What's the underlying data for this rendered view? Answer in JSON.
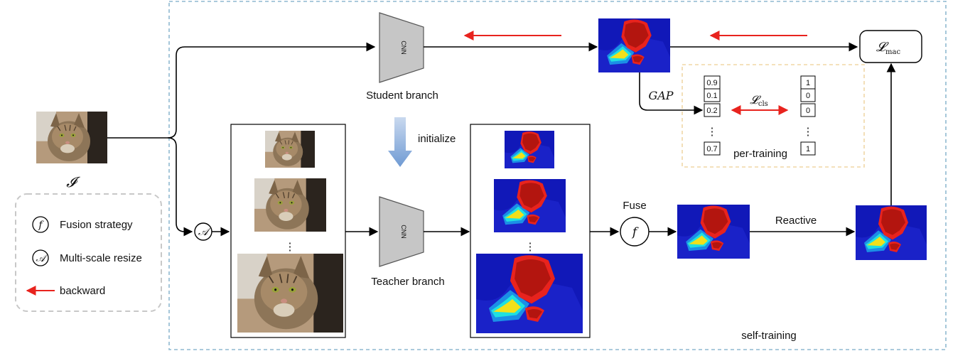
{
  "colors": {
    "outer_border": "#8fb9d0",
    "pretrain_border": "#f0d7a6",
    "legend_border": "#c8c8c8",
    "backward_arrow": "#e8231e",
    "cnn_fill": "#c6c6c6",
    "init_arrow_top": "#c9d9ef",
    "init_arrow_bottom": "#6f9ad3"
  },
  "labels": {
    "input_symbol": "𝓘",
    "student_branch": "Student branch",
    "teacher_branch": "Teacher branch",
    "initialize": "initialize",
    "fuse": "Fuse",
    "fuse_symbol": "f",
    "resize_symbol": "𝒜",
    "reactive": "Reactive",
    "self_training": "self-training",
    "per_training": "per-training",
    "gap": "GAP",
    "cnn": "CNN",
    "ellipsis": "⋮"
  },
  "loss_mac": {
    "main": "𝓛",
    "sub": "mac"
  },
  "loss_cls": {
    "main": "𝓛",
    "sub": "cls"
  },
  "vectors": {
    "prediction": [
      "0.9",
      "0.1",
      "0.2",
      "0.7"
    ],
    "target": [
      "1",
      "0",
      "0",
      "1"
    ]
  },
  "legend": {
    "items": [
      {
        "symbol": "f",
        "label": "Fusion strategy"
      },
      {
        "symbol": "𝒜",
        "label": "Multi-scale resize"
      },
      {
        "symbol": "",
        "label": "backward"
      }
    ]
  },
  "icons": [
    "cat-photo-icon",
    "cam-heatmap-icon",
    "cnn-trapezoid-icon",
    "backward-arrow-icon",
    "initialize-arrow-icon"
  ]
}
